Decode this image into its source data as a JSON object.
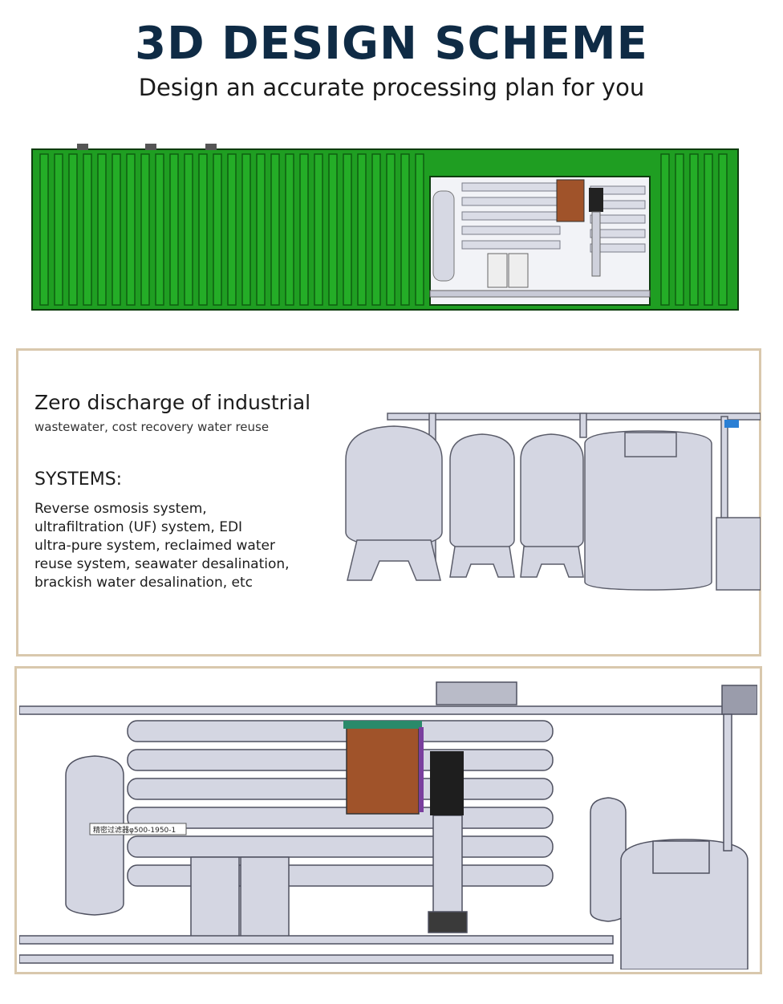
{
  "header": {
    "title": "3D DESIGN SCHEME",
    "subtitle": "Design an accurate processing plan for you"
  },
  "panel_1": {
    "heading": "Zero discharge of industrial",
    "subheading": "wastewater, cost recovery water reuse",
    "systems_title": "SYSTEMS:",
    "systems_lines": [
      "Reverse osmosis system,",
      "ultrafiltration (UF) system, EDI",
      "ultra-pure system, reclaimed water",
      "reuse system, seawater desalination,",
      "brackish water desalination, etc"
    ]
  },
  "panel_2": {
    "filter_label": "精密过滤器φ500-1950-1"
  },
  "colors": {
    "title": "#0f2b45",
    "container_green": "#1f9e22",
    "panel_border": "#d9c8ad",
    "cabinet_brown": "#a0532a",
    "equipment_grey": "#d4d6e2"
  },
  "icons": [
    "shipping-container-illustration",
    "tank-illustration",
    "ro-equipment-illustration"
  ]
}
